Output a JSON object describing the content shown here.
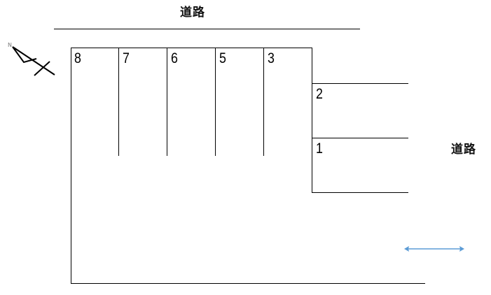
{
  "roads": {
    "top_label": "道路",
    "right_label": "道路"
  },
  "compass": {
    "icon": "north-arrow-icon",
    "label": "N"
  },
  "parking_spaces": {
    "top_row": [
      {
        "number": "8"
      },
      {
        "number": "7"
      },
      {
        "number": "6"
      },
      {
        "number": "5"
      },
      {
        "number": "3"
      }
    ],
    "right_column": [
      {
        "number": "2"
      },
      {
        "number": "1"
      }
    ]
  },
  "indicators": {
    "arrow_icon": "double-headed-arrow-icon",
    "arrow_color": "#5B9BD5"
  }
}
